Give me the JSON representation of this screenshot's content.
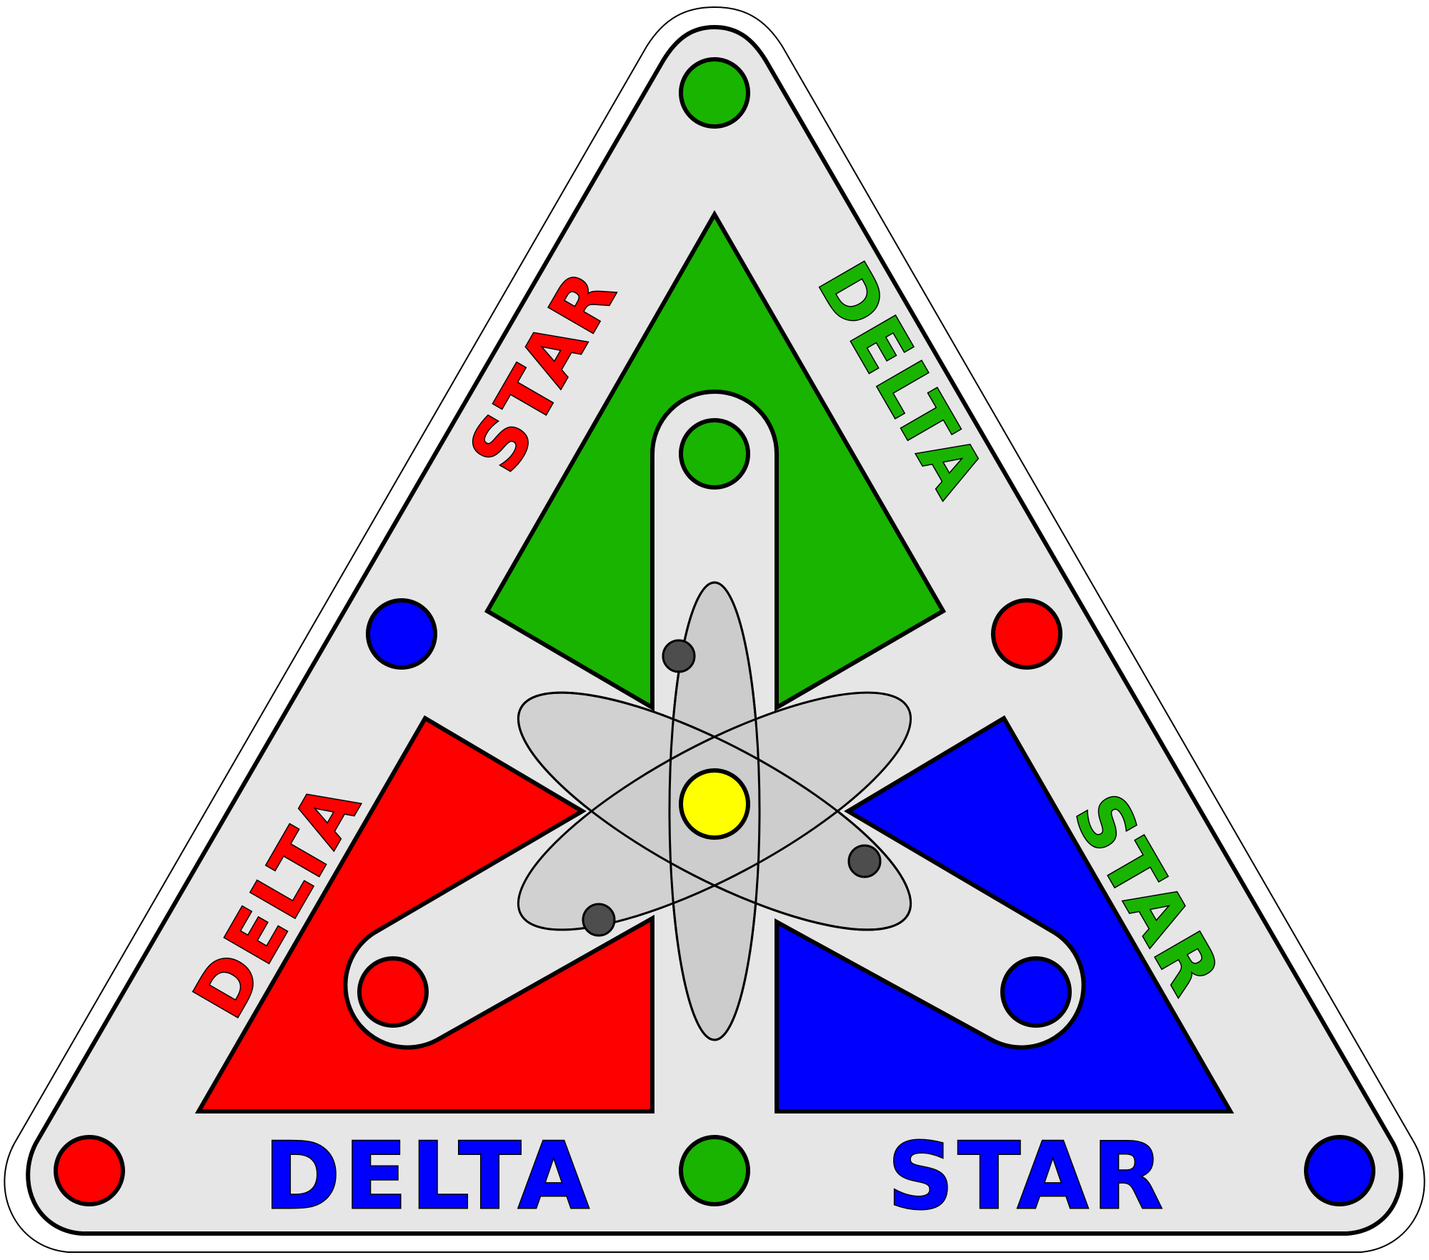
{
  "emblem": {
    "labels": {
      "bottom_left": "DELTA",
      "bottom_right": "STAR",
      "left_side_lower": "DELTA",
      "left_side_upper": "STAR",
      "right_side_upper": "DELTA",
      "right_side_lower": "STAR"
    },
    "colors": {
      "green": "#19b400",
      "red": "#ff0000",
      "blue": "#0000ff",
      "panel": "#e6e6e6",
      "atom_orbit": "#cccccc",
      "nucleus": "#ffff00",
      "electron": "#4d4d4d"
    },
    "icons": [
      "atom-icon",
      "dot-marker-icon"
    ]
  }
}
